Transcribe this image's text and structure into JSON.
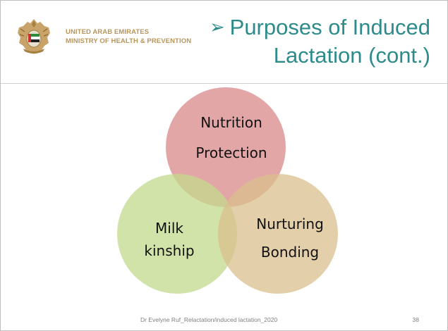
{
  "header": {
    "ministry_line1": "UNITED ARAB EMIRATES",
    "ministry_line2": "MINISTRY OF HEALTH & PREVENTION",
    "title_bullet": "➢",
    "title_line1": "Purposes of Induced",
    "title_line2": "Lactation (cont.)"
  },
  "diagram": {
    "top_circle": {
      "line1": "Nutrition",
      "line2": "Protection",
      "color": "#d9888a"
    },
    "left_circle": {
      "line1": "Milk",
      "line2": "kinship",
      "color": "#c3d98c"
    },
    "right_circle": {
      "line1": "Nurturing",
      "line2": "Bonding",
      "color": "#d9bf8c"
    }
  },
  "footer": {
    "credit": "Dr Evelyne Ruf_Relactation/induced lactation_2020",
    "page_number": "38"
  },
  "colors": {
    "title": "#2e8b8b",
    "ministry": "#b8955a"
  }
}
